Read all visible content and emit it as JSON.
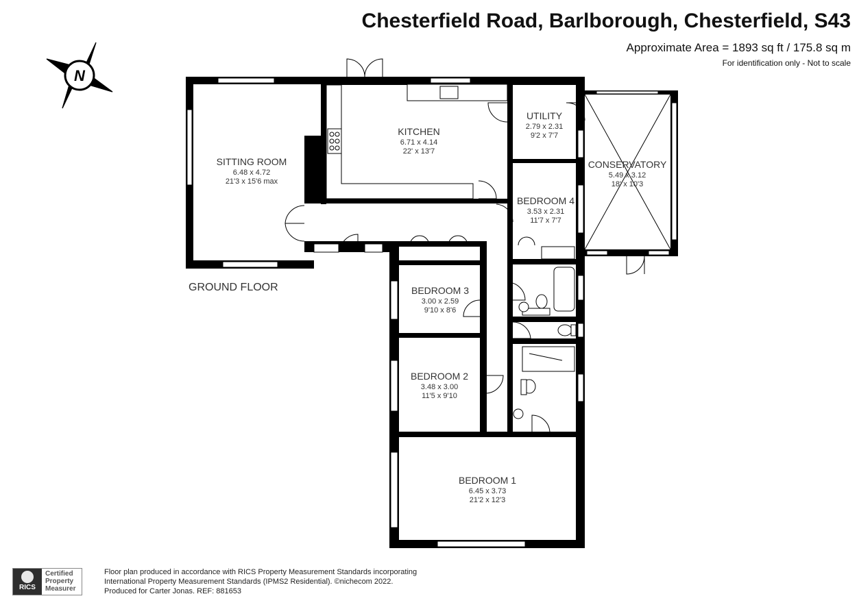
{
  "header": {
    "title": "Chesterfield Road, Barlborough, Chesterfield, S43",
    "area": "Approximate Area = 1893 sq ft / 175.8 sq m",
    "note": "For identification only - Not to scale"
  },
  "compass": {
    "letter": "N",
    "icon": "north-compass-icon"
  },
  "rooms": [
    {
      "name": "SITTING ROOM",
      "metric": "6.48 x 4.72",
      "imperial": "21'3 x 15'6 max"
    },
    {
      "name": "KITCHEN",
      "metric": "6.71 x 4.14",
      "imperial": "22' x 13'7"
    },
    {
      "name": "UTILITY",
      "metric": "2.79 x 2.31",
      "imperial": "9'2 x 7'7"
    },
    {
      "name": "CONSERVATORY",
      "metric": "5.49 x 3.12",
      "imperial": "18' x 10'3"
    },
    {
      "name": "BEDROOM 4",
      "metric": "3.53 x 2.31",
      "imperial": "11'7 x 7'7"
    },
    {
      "name": "BEDROOM 3",
      "metric": "3.00 x 2.59",
      "imperial": "9'10 x 8'6"
    },
    {
      "name": "BEDROOM 2",
      "metric": "3.48 x 3.00",
      "imperial": "11'5 x 9'10"
    },
    {
      "name": "BEDROOM 1",
      "metric": "6.45 x 3.73",
      "imperial": "21'2 x 12'3"
    }
  ],
  "floor_label": "GROUND FLOOR",
  "footer": {
    "badge_logo": "RICS",
    "badge_line1": "Certified",
    "badge_line2": "Property",
    "badge_line3": "Measurer",
    "line1": "Floor plan produced in accordance with RICS Property Measurement Standards incorporating",
    "line2": "International Property Measurement Standards (IPMS2 Residential).   ©nichecom 2022.",
    "line3": "Produced for Carter Jonas.   REF:  881653"
  },
  "colors": {
    "wall": "#000000",
    "text": "#333333",
    "window": "#ffffff"
  }
}
